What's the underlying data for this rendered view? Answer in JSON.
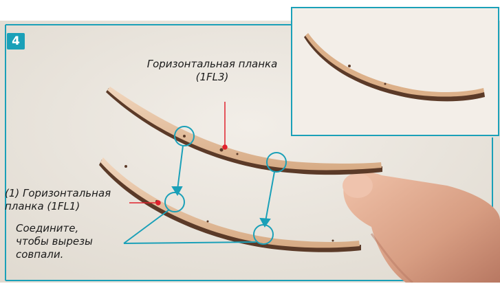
{
  "step": {
    "number": "4"
  },
  "labels": {
    "top_part": [
      "Горизонтальная планка",
      "(1FL3)"
    ],
    "left_part": [
      "(1) Горизонтальная",
      "планка (1FL1)"
    ],
    "instruction": [
      "Соедините,",
      "чтобы вырезы",
      "совпали."
    ]
  },
  "colors": {
    "frame_accent": "#1aa0b8",
    "pointer_line": "#e0212d",
    "background": "#ede8e0",
    "wood": "#e7c5a6",
    "wood_edge": "#5b3a28"
  }
}
